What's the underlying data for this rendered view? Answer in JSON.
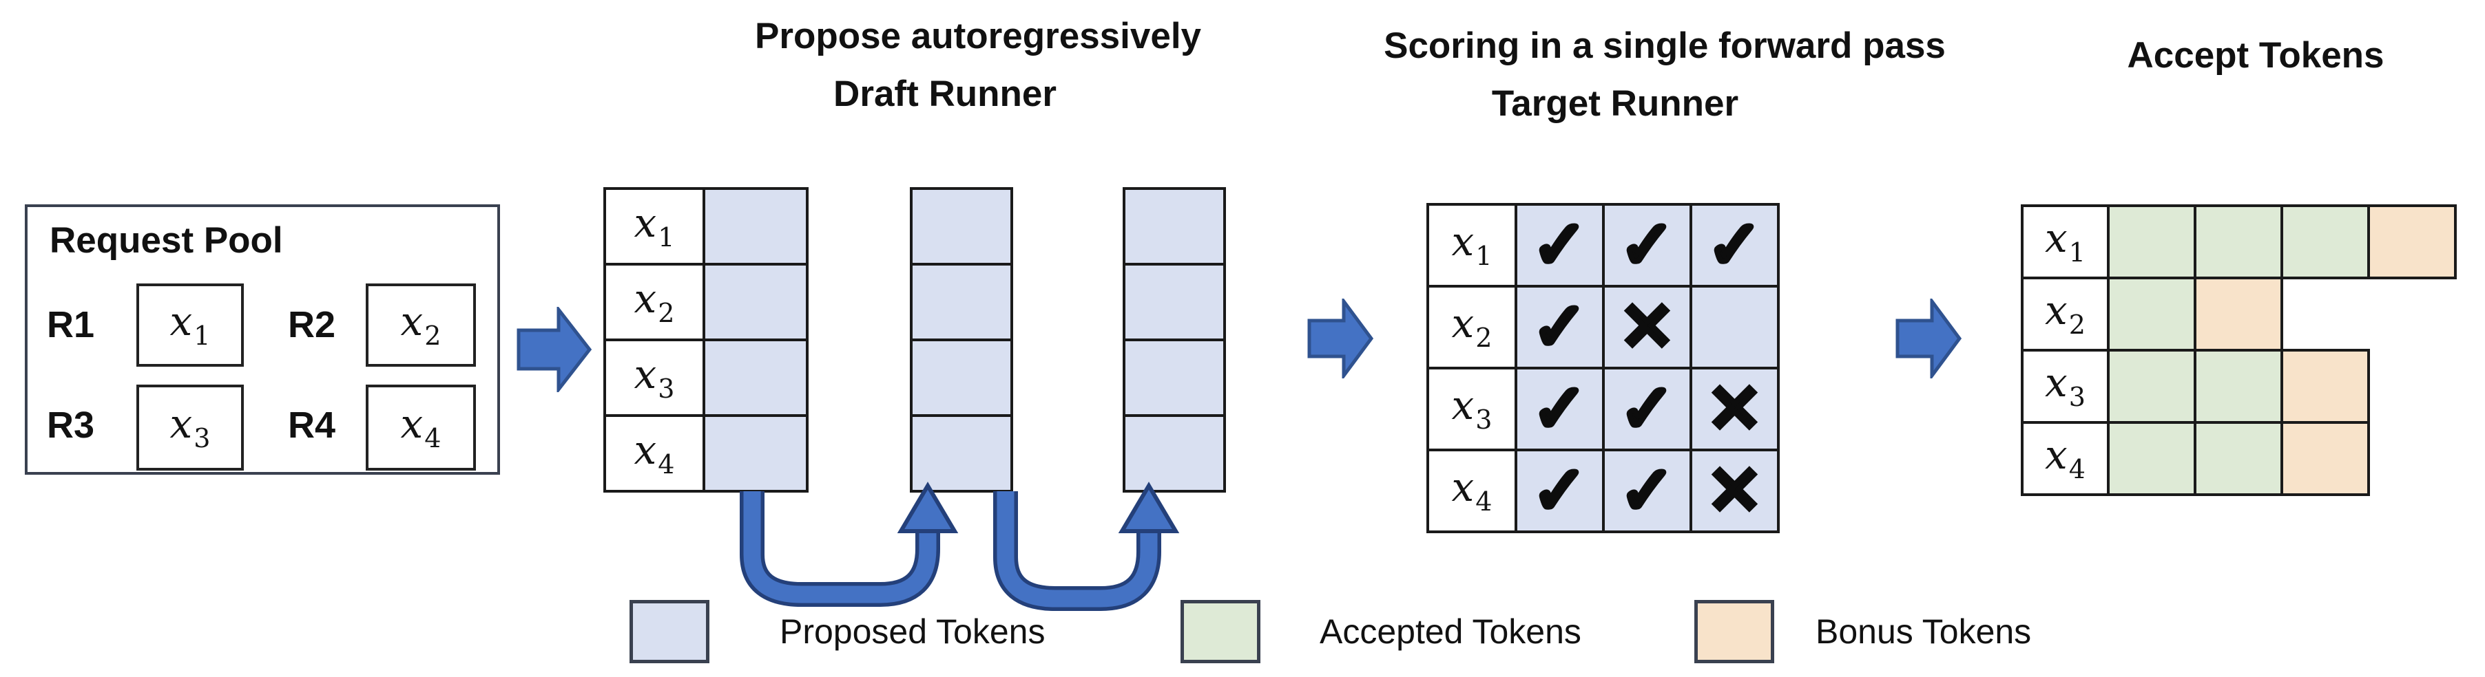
{
  "titles": {
    "propose": "Propose autoregressively",
    "draft_runner": "Draft Runner",
    "scoring": "Scoring in a single forward pass",
    "target_runner": "Target Runner",
    "accept": "Accept Tokens"
  },
  "request_pool": {
    "title": "Request Pool",
    "requests": [
      {
        "id": "R1",
        "token_base": "x",
        "token_sub": "1"
      },
      {
        "id": "R2",
        "token_base": "x",
        "token_sub": "2"
      },
      {
        "id": "R3",
        "token_base": "x",
        "token_sub": "3"
      },
      {
        "id": "R4",
        "token_base": "x",
        "token_sub": "4"
      }
    ]
  },
  "draft_runner": {
    "row_labels": [
      {
        "base": "x",
        "sub": "1"
      },
      {
        "base": "x",
        "sub": "2"
      },
      {
        "base": "x",
        "sub": "3"
      },
      {
        "base": "x",
        "sub": "4"
      }
    ],
    "proposal_columns": 3,
    "rows_per_column": 4
  },
  "target_runner": {
    "rows": [
      {
        "label_base": "x",
        "label_sub": "1",
        "marks": [
          "✓",
          "✓",
          "✓"
        ]
      },
      {
        "label_base": "x",
        "label_sub": "2",
        "marks": [
          "✓",
          "✕",
          ""
        ]
      },
      {
        "label_base": "x",
        "label_sub": "3",
        "marks": [
          "✓",
          "✓",
          "✕"
        ]
      },
      {
        "label_base": "x",
        "label_sub": "4",
        "marks": [
          "✓",
          "✓",
          "✕"
        ]
      }
    ]
  },
  "accept_tokens": {
    "rows": [
      {
        "label_base": "x",
        "label_sub": "1",
        "cells": [
          "accepted",
          "accepted",
          "accepted",
          "bonus"
        ]
      },
      {
        "label_base": "x",
        "label_sub": "2",
        "cells": [
          "accepted",
          "bonus"
        ]
      },
      {
        "label_base": "x",
        "label_sub": "3",
        "cells": [
          "accepted",
          "accepted",
          "bonus"
        ]
      },
      {
        "label_base": "x",
        "label_sub": "4",
        "cells": [
          "accepted",
          "accepted",
          "bonus"
        ]
      }
    ]
  },
  "legend": [
    {
      "key": "proposed",
      "label": "Proposed Tokens",
      "color": "#D9E0F1"
    },
    {
      "key": "accepted",
      "label": "Accepted Tokens",
      "color": "#DEEAD6"
    },
    {
      "key": "bonus",
      "label": "Bonus Tokens",
      "color": "#F8E3CA"
    }
  ],
  "colors": {
    "proposed_fill": "#D9E0F1",
    "accepted_fill": "#DEEAD6",
    "bonus_fill": "#F8E3CA",
    "arrow_fill": "#4472C4",
    "arrow_stroke": "#2F528F",
    "grid_border": "#1a1a1a"
  }
}
